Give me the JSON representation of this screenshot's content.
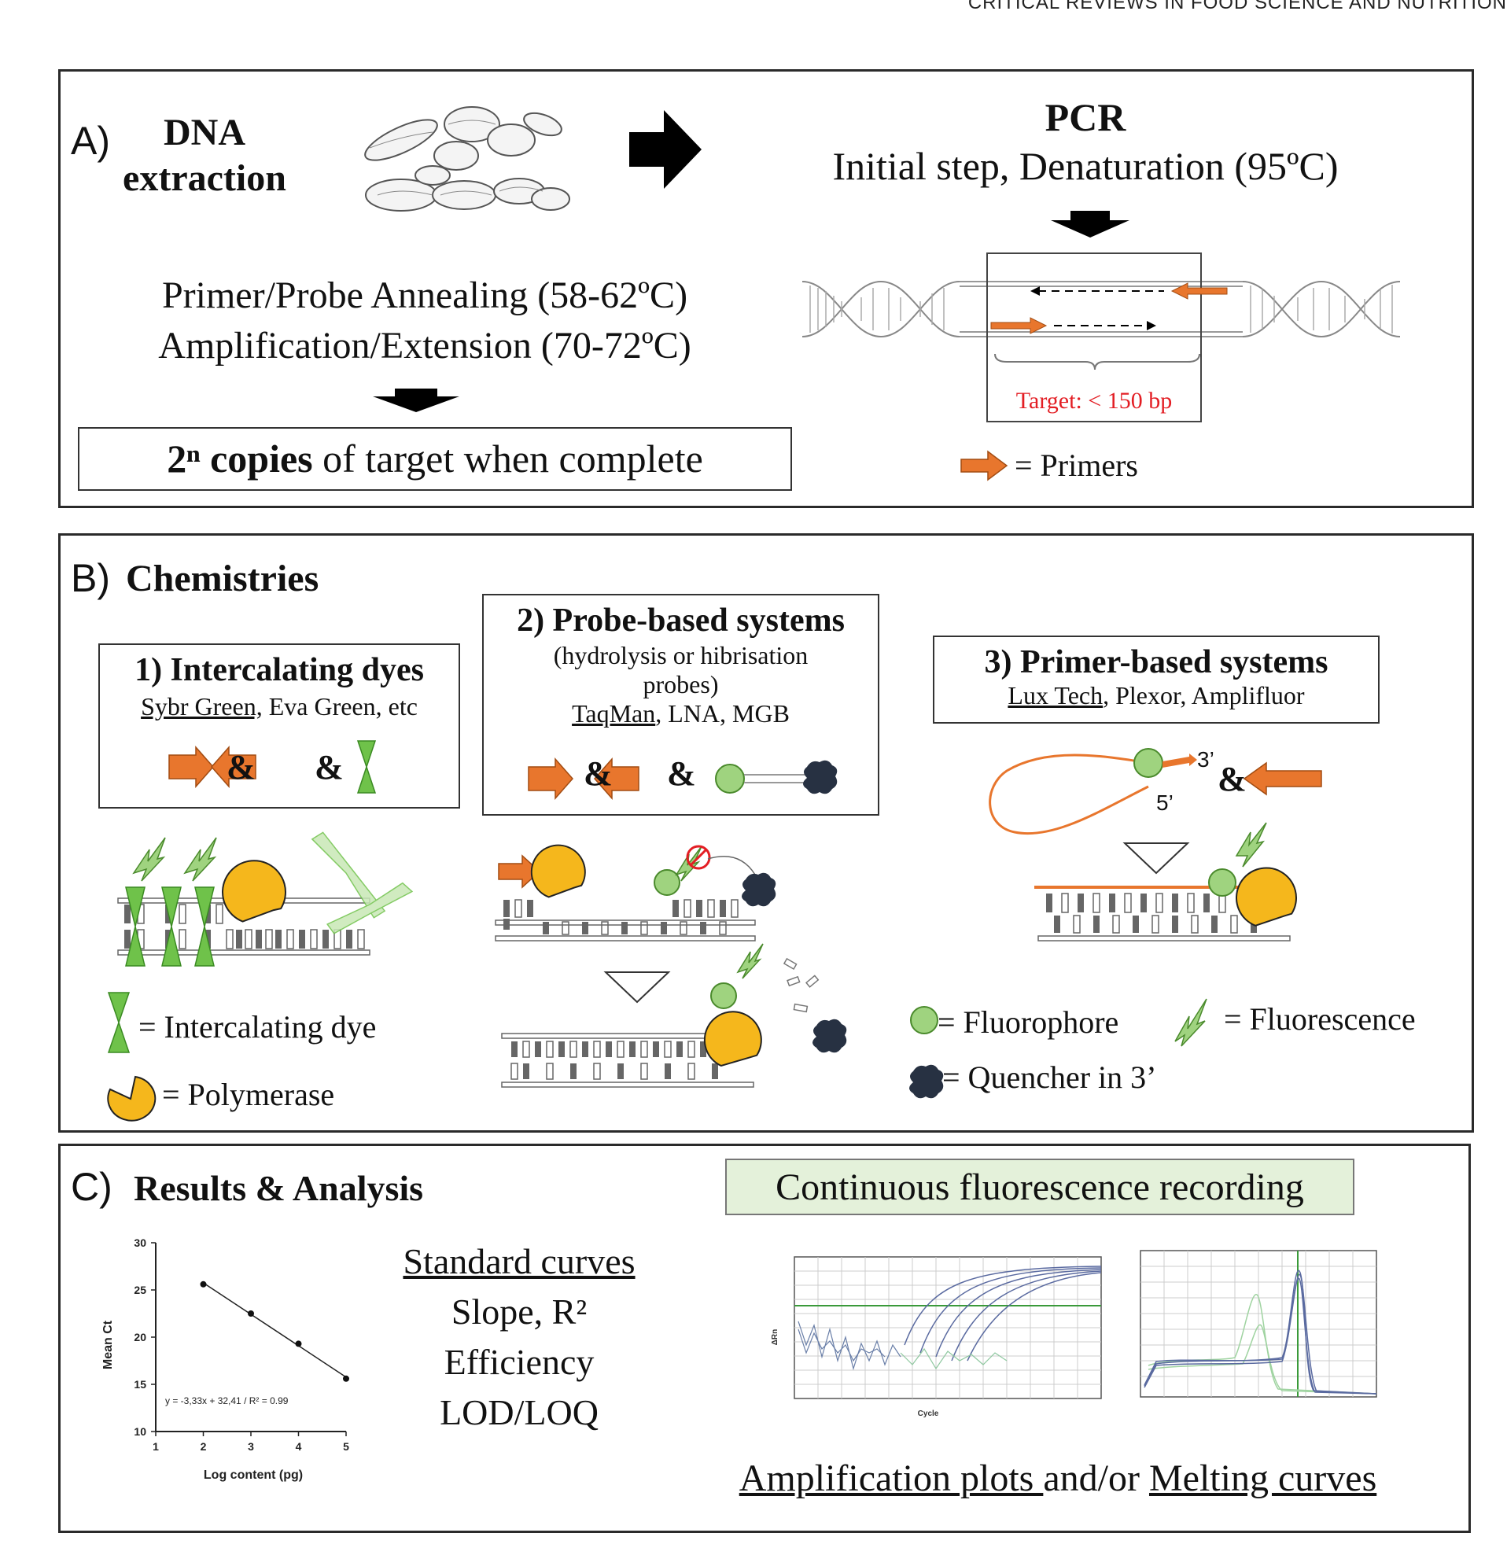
{
  "header": "CRITICAL REVIEWS IN FOOD SCIENCE AND NUTRITION",
  "panelA": {
    "letter": "A)",
    "dna_line1": "DNA",
    "dna_line2": "extraction",
    "pcr_title": "PCR",
    "pcr_step": "Initial step, Denaturation (95ºC)",
    "annealing": "Primer/Probe Annealing (58-62ºC)",
    "extension": "Amplification/Extension (70-72ºC)",
    "copies_bold": "2ⁿ copies",
    "copies_rest": " of target when complete",
    "target": "Target: < 150 bp",
    "primers_legend": "= Primers"
  },
  "panelB": {
    "letter": "B)",
    "title": "Chemistries",
    "box1_title": "1) Intercalating dyes",
    "box1_sub_ul": "Sybr Green,",
    "box1_sub_rest": " Eva Green, etc",
    "box2_title": "2) Probe-based systems",
    "box2_sub1": "(hydrolysis or hibrisation",
    "box2_sub2": "probes)",
    "box2_sub3_ul": "TaqMan",
    "box2_sub3_rest": ", LNA, MGB",
    "box3_title": "3) Primer-based systems",
    "box3_sub_ul": "Lux Tech",
    "box3_sub_rest": ", Plexor, Amplifluor",
    "amp": "&",
    "prime3": "3’",
    "prime5": "5’",
    "legend_dye": "= Intercalating dye",
    "legend_polymerase": "= Polymerase",
    "legend_fluorophore": "= Fluorophore",
    "legend_fluorescence": "= Fluorescence",
    "legend_quencher": "= Quencher in 3’"
  },
  "panelC": {
    "letter": "C)",
    "title": "Results & Analysis",
    "std_curves": "Standard curves",
    "slope": "Slope, R²",
    "efficiency": "Efficiency",
    "lod": "LOD/LOQ",
    "continuous": "Continuous fluorescence recording",
    "amp_plots": "Amplification plots ",
    "andor": "and/or ",
    "melting": "Melting curves",
    "amp_xlabel": "Cycle",
    "amp_ylabel": "ΔRn"
  },
  "chart_data": [
    {
      "type": "scatter",
      "xlabel": "Log content (pg)",
      "ylabel": "Mean Ct",
      "x_ticks": [
        "1",
        "2",
        "3",
        "4",
        "5"
      ],
      "y_ticks": [
        "10",
        "15",
        "20",
        "25",
        "30"
      ],
      "xlim": [
        1,
        5
      ],
      "ylim": [
        10,
        30
      ],
      "x": [
        2,
        3,
        4,
        5
      ],
      "y": [
        25.6,
        22.5,
        19.3,
        15.6
      ],
      "fit": {
        "slope": -3.33,
        "intercept": 32.41
      },
      "annotation": "y = -3,33x + 32,41 / R² = 0.99"
    }
  ],
  "colors": {
    "orange": "#e8762d",
    "green": "#6fc24a",
    "light_green": "#9fd37f",
    "yellow": "#f5b71c",
    "dark_quencher": "#273142",
    "red_text": "#e31e24",
    "pale_green_box": "#e4f1da"
  }
}
